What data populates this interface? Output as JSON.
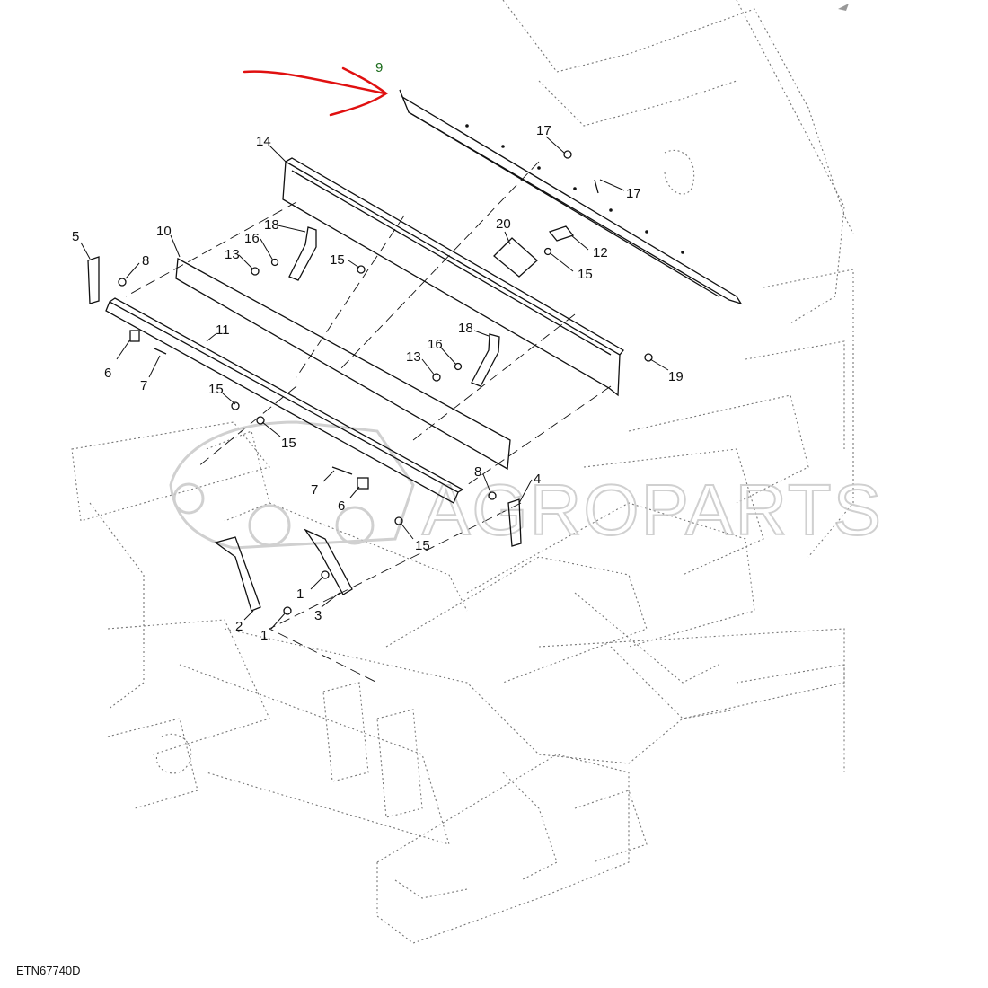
{
  "diagram": {
    "document_id": "ETN67740D",
    "watermark": "AGROPARTS",
    "highlighted_part": "9",
    "annotation_color": "#e01010",
    "callouts": [
      {
        "key": "c9",
        "label": "9"
      },
      {
        "key": "c17a",
        "label": "17"
      },
      {
        "key": "c17b",
        "label": "17"
      },
      {
        "key": "c14",
        "label": "14"
      },
      {
        "key": "c20",
        "label": "20"
      },
      {
        "key": "c12",
        "label": "12"
      },
      {
        "key": "c15a",
        "label": "15"
      },
      {
        "key": "c5",
        "label": "5"
      },
      {
        "key": "c8a",
        "label": "8"
      },
      {
        "key": "c10",
        "label": "10"
      },
      {
        "key": "c18a",
        "label": "18"
      },
      {
        "key": "c16a",
        "label": "16"
      },
      {
        "key": "c13a",
        "label": "13"
      },
      {
        "key": "c15b",
        "label": "15"
      },
      {
        "key": "c11",
        "label": "11"
      },
      {
        "key": "c6a",
        "label": "6"
      },
      {
        "key": "c7a",
        "label": "7"
      },
      {
        "key": "c18b",
        "label": "18"
      },
      {
        "key": "c16b",
        "label": "16"
      },
      {
        "key": "c13b",
        "label": "13"
      },
      {
        "key": "c19",
        "label": "19"
      },
      {
        "key": "c15c",
        "label": "15"
      },
      {
        "key": "c15d",
        "label": "15"
      },
      {
        "key": "c7b",
        "label": "7"
      },
      {
        "key": "c6b",
        "label": "6"
      },
      {
        "key": "c8b",
        "label": "8"
      },
      {
        "key": "c4",
        "label": "4"
      },
      {
        "key": "c15e",
        "label": "15"
      },
      {
        "key": "c1a",
        "label": "1"
      },
      {
        "key": "c3",
        "label": "3"
      },
      {
        "key": "c2",
        "label": "2"
      },
      {
        "key": "c1b",
        "label": "1"
      }
    ]
  }
}
